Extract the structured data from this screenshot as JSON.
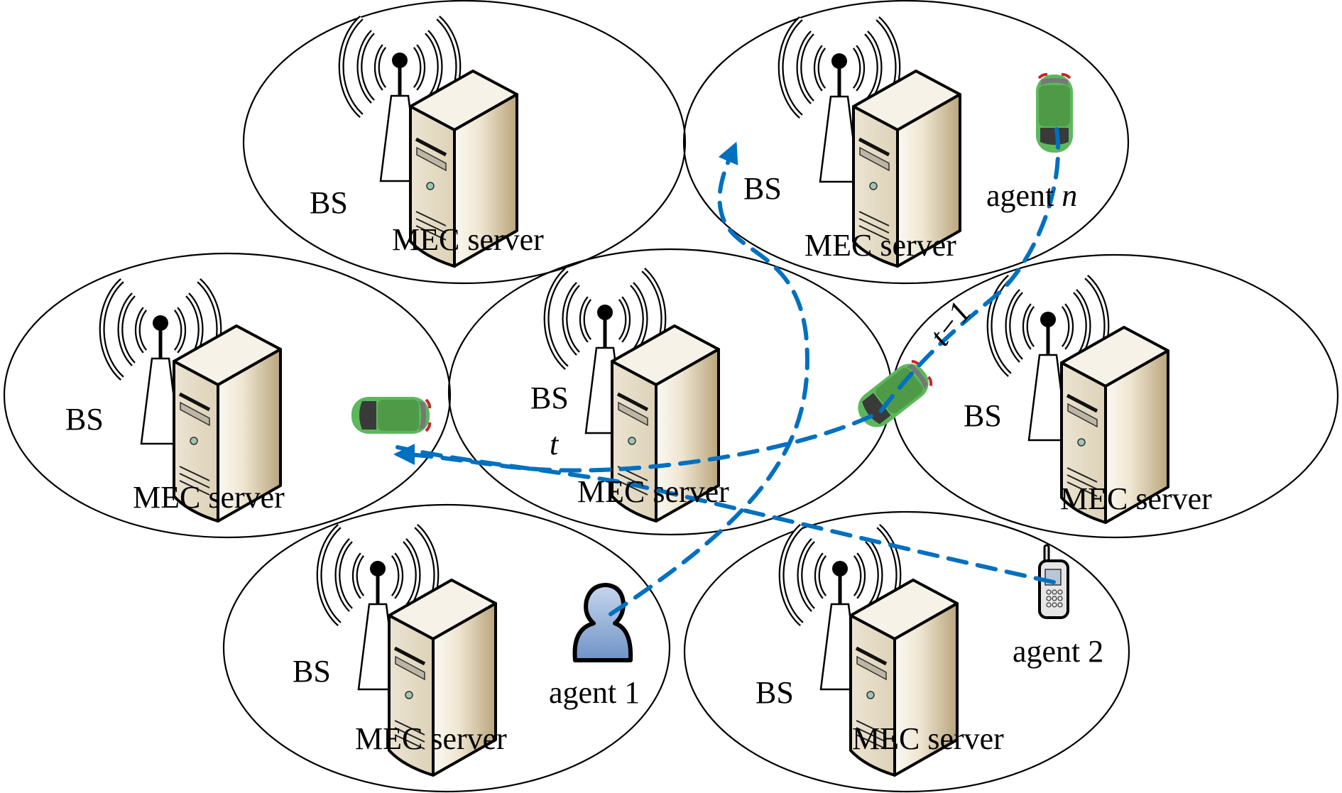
{
  "diagram": {
    "title": "",
    "colors": {
      "path": "#0070c0",
      "ellipse": "#000000",
      "car": "#5cb85c",
      "person": "#8fb0d8"
    },
    "cells": [
      {
        "id": "top-left",
        "bs_label": "BS",
        "server_label": "MEC server"
      },
      {
        "id": "top-right",
        "bs_label": "BS",
        "server_label": "MEC server",
        "agent_label": "agent ",
        "agent_italic": "n",
        "agent_icon": "car-icon"
      },
      {
        "id": "mid-left",
        "bs_label": "BS",
        "server_label": "MEC server"
      },
      {
        "id": "center",
        "bs_label": "BS",
        "server_label": "MEC server"
      },
      {
        "id": "mid-right",
        "bs_label": "BS",
        "server_label": "MEC server"
      },
      {
        "id": "bottom-left",
        "bs_label": "BS",
        "server_label": "MEC server",
        "agent_label": "agent 1",
        "agent_icon": "person-icon"
      },
      {
        "id": "bottom-right",
        "bs_label": "BS",
        "server_label": "MEC server",
        "agent_label": "agent 2",
        "agent_icon": "phone-icon"
      }
    ],
    "time_labels": {
      "t": "t",
      "t_minus_1": "t−1"
    },
    "trajectories": [
      {
        "agent": "agent 1",
        "from": "bottom-left",
        "to": "top-right"
      },
      {
        "agent": "agent 2",
        "from": "bottom-right",
        "to": "mid-left"
      },
      {
        "agent": "agent n",
        "from": "top-right",
        "to": "mid-left",
        "via": "mid-right"
      }
    ]
  }
}
